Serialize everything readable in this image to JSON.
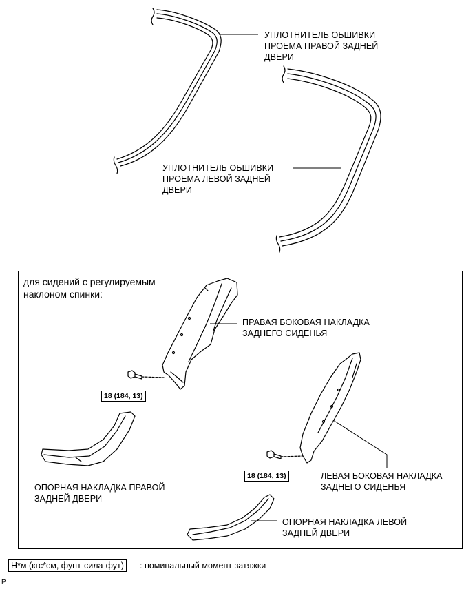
{
  "labels": {
    "right_door_weatherstrip": "УПЛОТНИТЕЛЬ ОБШИВКИ\nПРОЕМА ПРАВОЙ ЗАДНЕЙ\nДВЕРИ",
    "left_door_weatherstrip": "УПЛОТНИТЕЛЬ ОБШИВКИ\nПРОЕМА ЛЕВОЙ ЗАДНЕЙ\nДВЕРИ",
    "right_seat_side_garnish": "ПРАВАЯ БОКОВАЯ НАКЛАДКА\nЗАДНЕГО СИДЕНЬЯ",
    "left_seat_side_garnish": "ЛЕВАЯ БОКОВАЯ НАКЛАДКА\nЗАДНЕГО СИДЕНЬЯ",
    "right_door_scuff_plate": "ОПОРНАЯ НАКЛАДКА ПРАВОЙ\nЗАДНЕЙ ДВЕРИ",
    "left_door_scuff_plate": "ОПОРНАЯ НАКЛАДКА ЛЕВОЙ\nЗАДНЕЙ ДВЕРИ"
  },
  "inset": {
    "title": "для сидений с регулируемым\nнаклоном спинки:"
  },
  "torque": {
    "right": "18 (184, 13)",
    "left": "18 (184, 13)"
  },
  "legend": {
    "box": "Н*м (кгс*см, фунт-сила-фут)",
    "text": ": номинальный момент затяжки"
  },
  "footer_code": "P"
}
